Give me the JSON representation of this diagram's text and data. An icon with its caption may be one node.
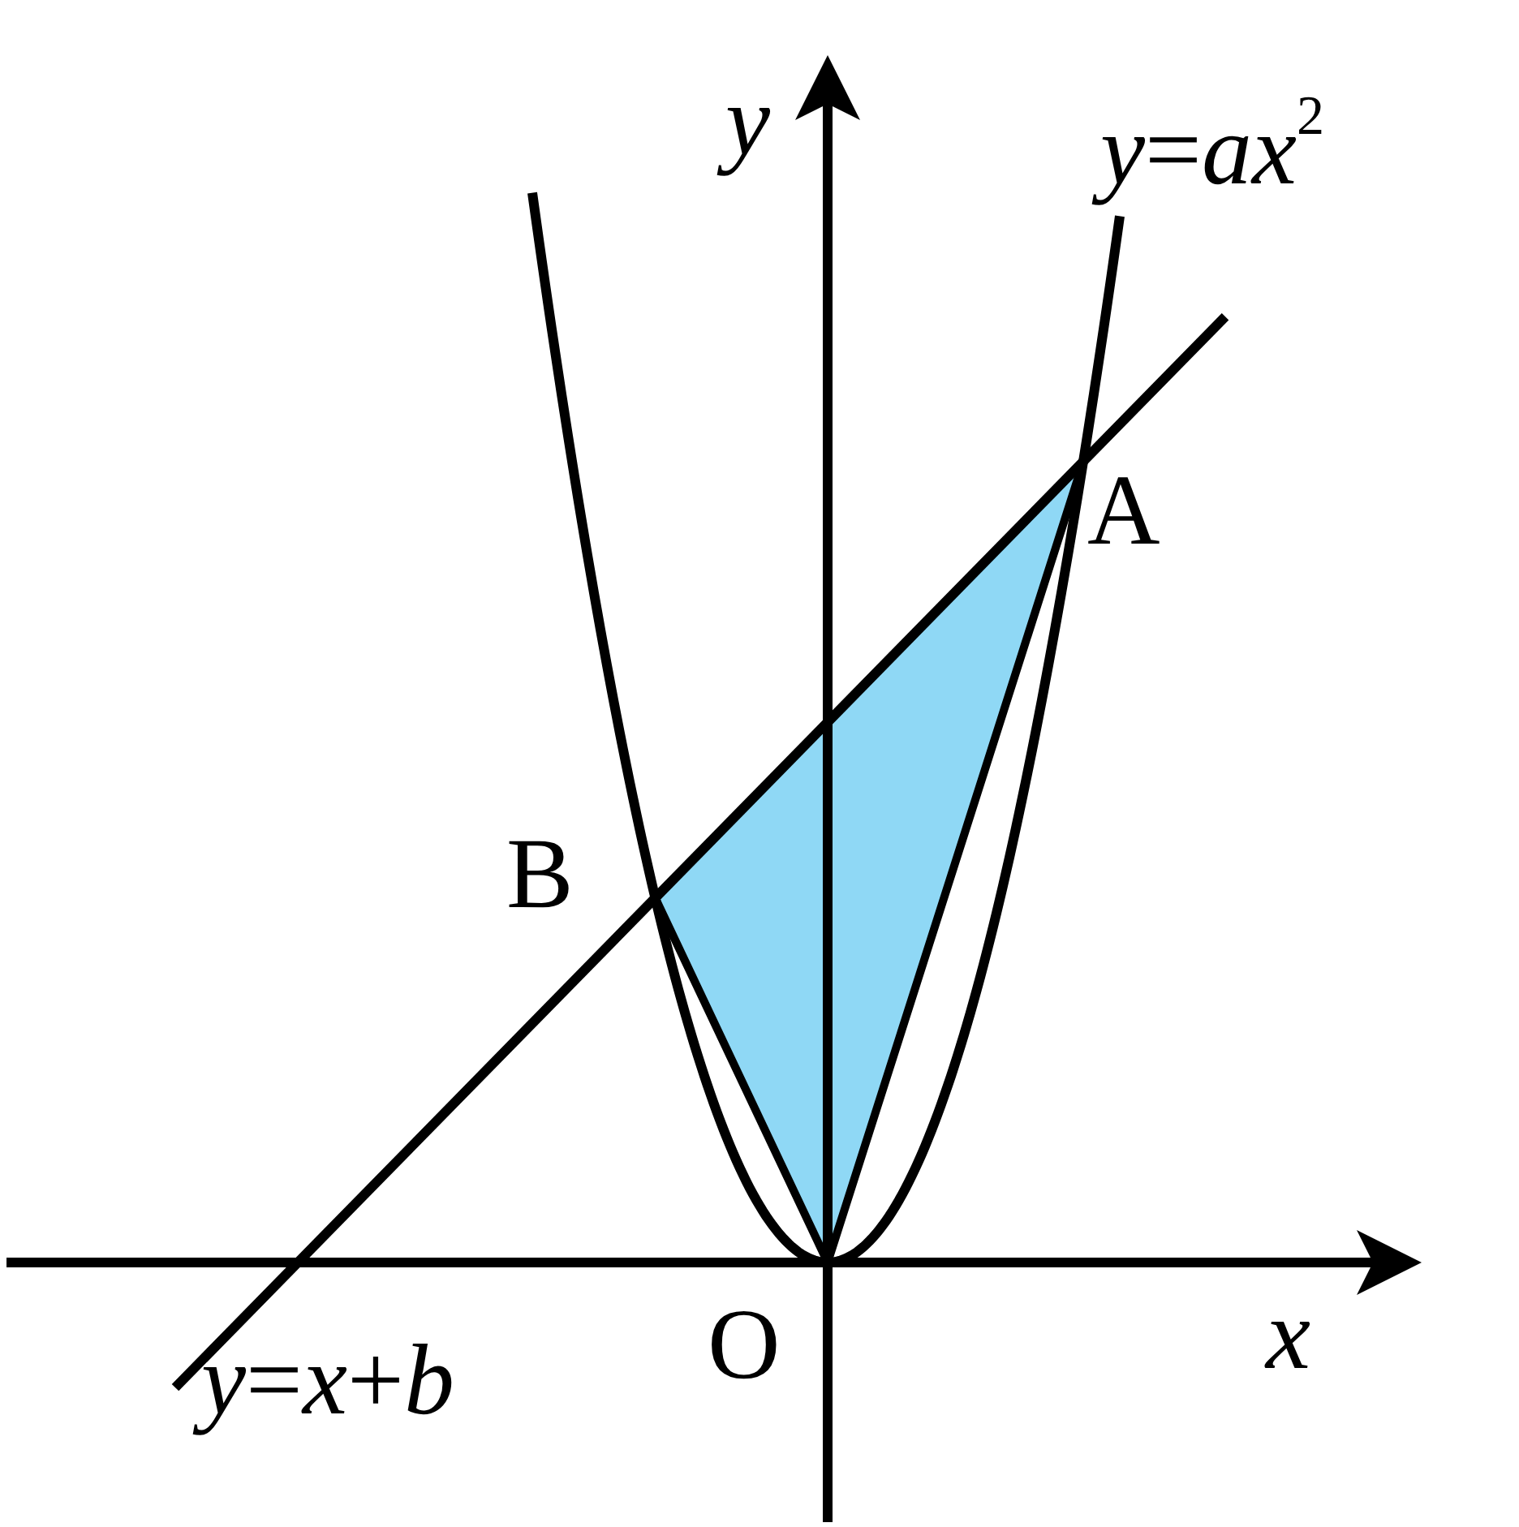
{
  "diagram": {
    "labels": [
      "*y*",
      "*y*=*ax*$^{2}$",
      "A",
      "B",
      "O",
      "*x*",
      "*y*=*x*+*b*"
    ]
  }
}
